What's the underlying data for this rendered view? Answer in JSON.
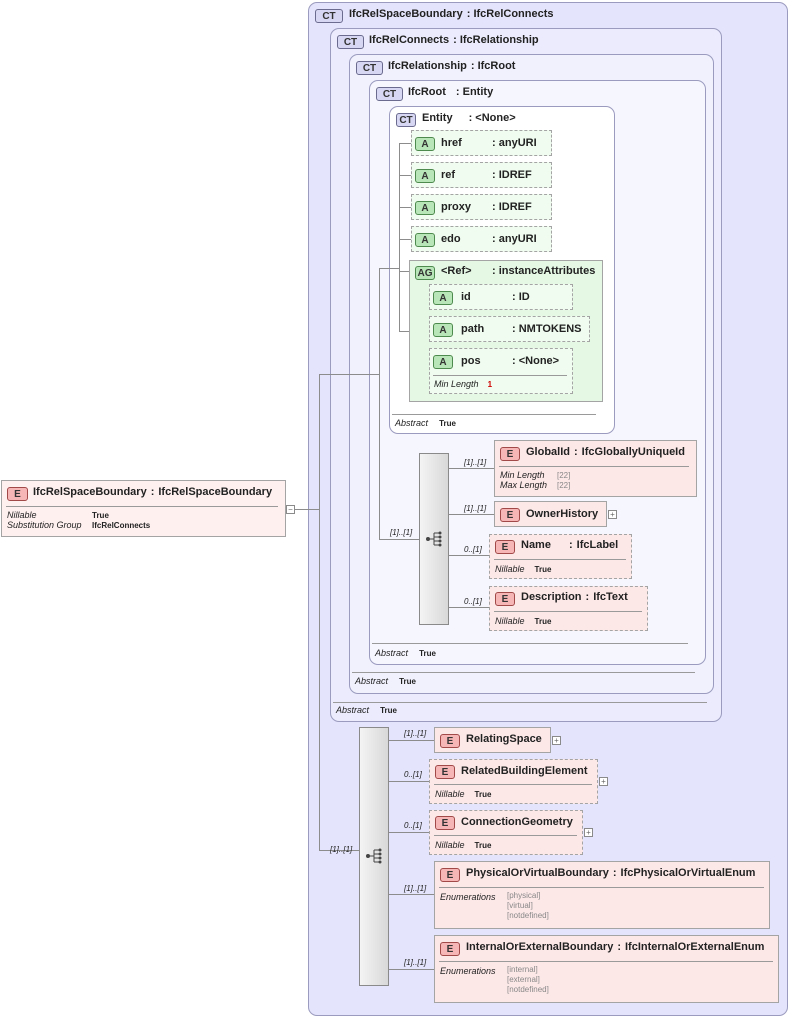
{
  "root_element": {
    "badge": "E",
    "name": "IfcRelSpaceBoundary",
    "type": "IfcRelSpaceBoundary",
    "props": [
      {
        "key": "Nillable",
        "value": "True"
      },
      {
        "key": "Substitution Group",
        "value": "IfcRelConnects"
      }
    ],
    "collapse_symbol": "−"
  },
  "complex_types": {
    "ct1": {
      "badge": "CT",
      "name": "IfcRelSpaceBoundary",
      "base": "IfcRelConnects"
    },
    "ct2": {
      "badge": "CT",
      "name": "IfcRelConnects",
      "base": "IfcRelationship",
      "abstract_key": "Abstract",
      "abstract_value": "True"
    },
    "ct3": {
      "badge": "CT",
      "name": "IfcRelationship",
      "base": "IfcRoot",
      "abstract_key": "Abstract",
      "abstract_value": "True"
    },
    "ct4": {
      "badge": "CT",
      "name": "IfcRoot",
      "base": "Entity",
      "abstract_key": "Abstract",
      "abstract_value": "True"
    },
    "ct5": {
      "badge": "CT",
      "name": "Entity",
      "base": "<None>",
      "abstract_key": "Abstract",
      "abstract_value": "True"
    }
  },
  "entity_attributes": [
    {
      "badge": "A",
      "name": "href",
      "type": "anyURI"
    },
    {
      "badge": "A",
      "name": "ref",
      "type": "IDREF"
    },
    {
      "badge": "A",
      "name": "proxy",
      "type": "IDREF"
    },
    {
      "badge": "A",
      "name": "edo",
      "type": "anyURI"
    }
  ],
  "attribute_group": {
    "badge": "AG",
    "name": "<Ref>",
    "type": "instanceAttributes",
    "attributes": [
      {
        "badge": "A",
        "name": "id",
        "type": "ID"
      },
      {
        "badge": "A",
        "name": "path",
        "type": "NMTOKENS"
      },
      {
        "badge": "A",
        "name": "pos",
        "type": "<None>",
        "prop_key": "Min Length",
        "prop_value": "1"
      }
    ]
  },
  "ifcroot_sequence": {
    "card": "[1]..[1]",
    "elements": [
      {
        "badge": "E",
        "name": "GlobalId",
        "type": "IfcGloballyUniqueId",
        "card": "[1]..[1]",
        "props": [
          {
            "key": "Min Length",
            "value": "[22]"
          },
          {
            "key": "Max Length",
            "value": "[22]"
          }
        ]
      },
      {
        "badge": "E",
        "name": "OwnerHistory",
        "type": "",
        "card": "[1]..[1]",
        "expand": "+"
      },
      {
        "badge": "E",
        "name": "Name",
        "type": "IfcLabel",
        "card": "0..[1]",
        "props": [
          {
            "key": "Nillable",
            "value": "True"
          }
        ]
      },
      {
        "badge": "E",
        "name": "Description",
        "type": "IfcText",
        "card": "0..[1]",
        "props": [
          {
            "key": "Nillable",
            "value": "True"
          }
        ]
      }
    ]
  },
  "main_sequence": {
    "card": "[1]..[1]",
    "elements": [
      {
        "badge": "E",
        "name": "RelatingSpace",
        "card": "[1]..[1]",
        "expand": "+"
      },
      {
        "badge": "E",
        "name": "RelatedBuildingElement",
        "card": "0..[1]",
        "expand": "+",
        "props": [
          {
            "key": "Nillable",
            "value": "True"
          }
        ]
      },
      {
        "badge": "E",
        "name": "ConnectionGeometry",
        "card": "0..[1]",
        "expand": "+",
        "props": [
          {
            "key": "Nillable",
            "value": "True"
          }
        ]
      },
      {
        "badge": "E",
        "name": "PhysicalOrVirtualBoundary",
        "type": "IfcPhysicalOrVirtualEnum",
        "card": "[1]..[1]",
        "enum_key": "Enumerations",
        "enums": [
          "[physical]",
          "[virtual]",
          "[notdefined]"
        ]
      },
      {
        "badge": "E",
        "name": "InternalOrExternalBoundary",
        "type": "IfcInternalOrExternalEnum",
        "card": "[1]..[1]",
        "enum_key": "Enumerations",
        "enums": [
          "[internal]",
          "[external]",
          "[notdefined]"
        ]
      }
    ]
  },
  "colors": {
    "complex_type_border": "#9b9bbf",
    "attribute_fill": "#effcef",
    "element_fill": "#fde8e8",
    "cardinality_red": "#d00000"
  }
}
